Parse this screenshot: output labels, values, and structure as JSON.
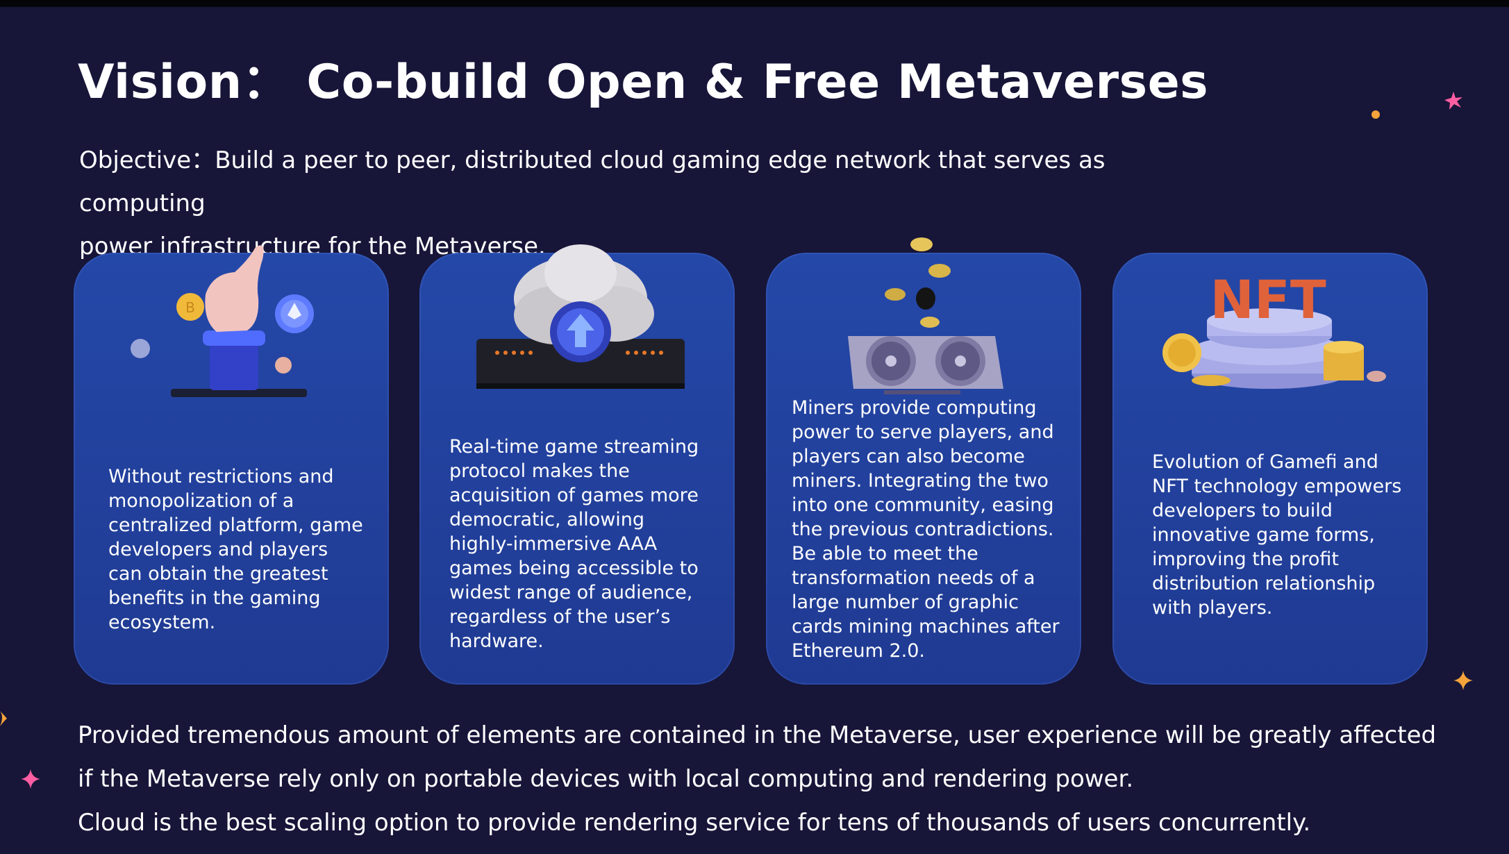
{
  "title": "Vision： Co-build Open & Free Metaverses",
  "objective": {
    "line1": "Objective：Build a peer to peer, distributed cloud gaming edge network that serves as computing",
    "line2": "power infrastructure for the Metaverse."
  },
  "cards": [
    {
      "icon": "hand-holding-crypto-coins-icon",
      "text": "Without restrictions and monopolization of a centralized platform, game developers and players can obtain the greatest benefits in the gaming ecosystem."
    },
    {
      "icon": "cloud-upload-server-icon",
      "text": "Real-time game streaming protocol makes the acquisition of games more democratic, allowing highly-immersive AAA games being accessible to widest range of audience, regardless of the user’s hardware."
    },
    {
      "icon": "graphics-card-coins-icon",
      "text": "Miners provide computing power to serve players, and players can also become miners. Integrating the two into one community, easing the previous contradictions. Be able to meet the transformation needs of a large number of graphic cards mining machines after Ethereum 2.0."
    },
    {
      "icon": "nft-platform-coins-icon",
      "art_label": "NFT",
      "text": "Evolution of Gamefi and NFT technology empowers developers to build innovative game forms, improving the profit distribution relationship with players."
    }
  ],
  "bottom": {
    "line1": "Provided tremendous amount of elements are contained in the Metaverse, user experience will be greatly affected",
    "line2": "if the Metaverse rely only on portable devices with local computing and rendering power.",
    "line3": "Cloud is the best scaling option to provide rendering service for tens of thousands of users concurrently."
  },
  "colors": {
    "background": "#171538",
    "card": "#2246a6",
    "nft_text": "#e0623a",
    "deco_pink": "#ff5fa2",
    "deco_orange": "#f5a33a"
  }
}
